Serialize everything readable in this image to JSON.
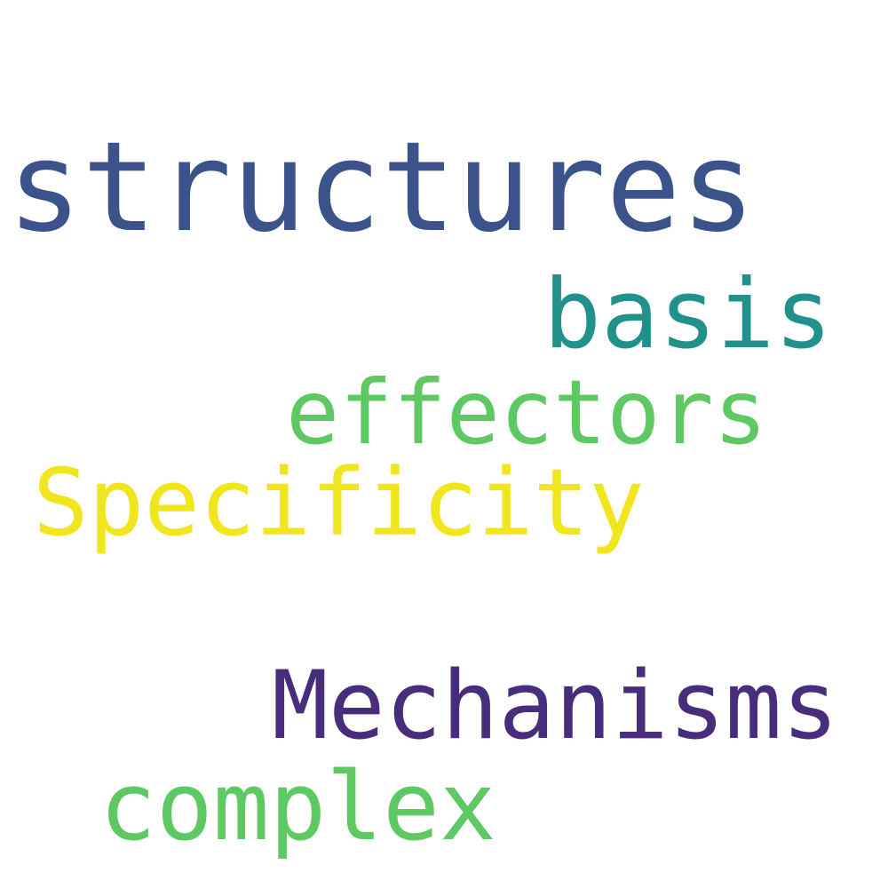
{
  "words": [
    {
      "text": "structures",
      "color": "#3b528b"
    },
    {
      "text": "basis",
      "color": "#21918c"
    },
    {
      "text": "effectors",
      "color": "#5ec962"
    },
    {
      "text": "Specificity",
      "color": "#f1e51d"
    },
    {
      "text": "Mechanisms",
      "color": "#472d7b"
    },
    {
      "text": "complex",
      "color": "#5ec962"
    }
  ]
}
